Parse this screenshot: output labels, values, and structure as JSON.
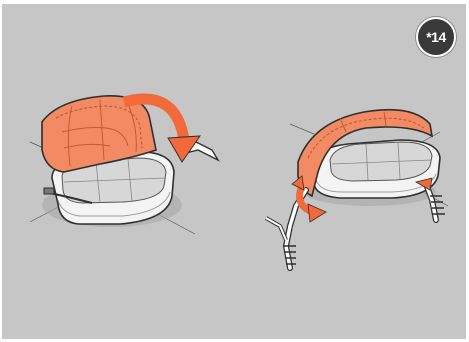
{
  "step_badge": {
    "label": "*14"
  },
  "colors": {
    "background": "#c6c6c6",
    "cushion_orange": "#f28a63",
    "cushion_orange_dark": "#d9623a",
    "arrow_orange": "#f26a3a",
    "seat_white": "#f4f4f4",
    "outline": "#2f2f2f",
    "badge_fill": "#3a3a3a"
  },
  "illustrations": [
    {
      "id": "seat-fold-back",
      "icon": "seat-cushion-fold-icon"
    },
    {
      "id": "seat-strap-attach",
      "icon": "seat-strap-attach-icon"
    }
  ]
}
